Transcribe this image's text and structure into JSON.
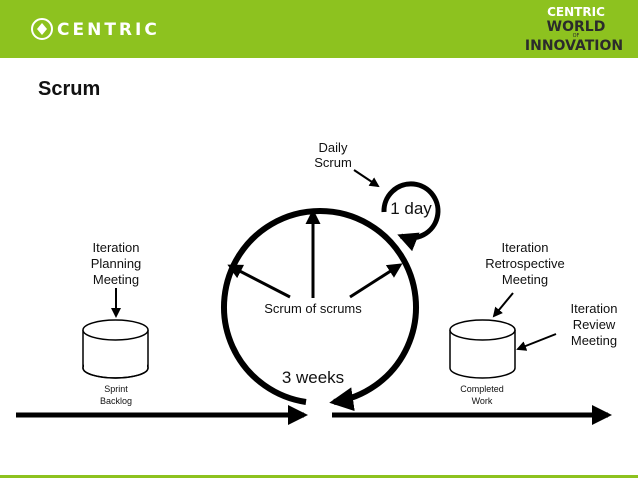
{
  "header": {
    "brand_name": "CENTRIC",
    "event_name": {
      "line1": "CENTRIC",
      "line2": "WORLD",
      "line3": "OF",
      "line4": "INNOVATION"
    },
    "brand_color": "#8dc21f",
    "dark_color": "#2b2b2b"
  },
  "slide": {
    "title": "Scrum"
  },
  "diagram": {
    "daily_scrum": [
      "Daily",
      "Scrum"
    ],
    "one_day": "1 day",
    "iteration_planning": [
      "Iteration",
      "Planning",
      "Meeting"
    ],
    "iteration_retrospective": [
      "Iteration",
      "Retrospective",
      "Meeting"
    ],
    "iteration_review": [
      "Iteration",
      "Review",
      "Meeting"
    ],
    "scrum_of_scrums": "Scrum of scrums",
    "three_weeks": "3 weeks",
    "sprint_backlog": [
      "Sprint",
      "Backlog"
    ],
    "completed_work": [
      "Completed",
      "Work"
    ]
  }
}
